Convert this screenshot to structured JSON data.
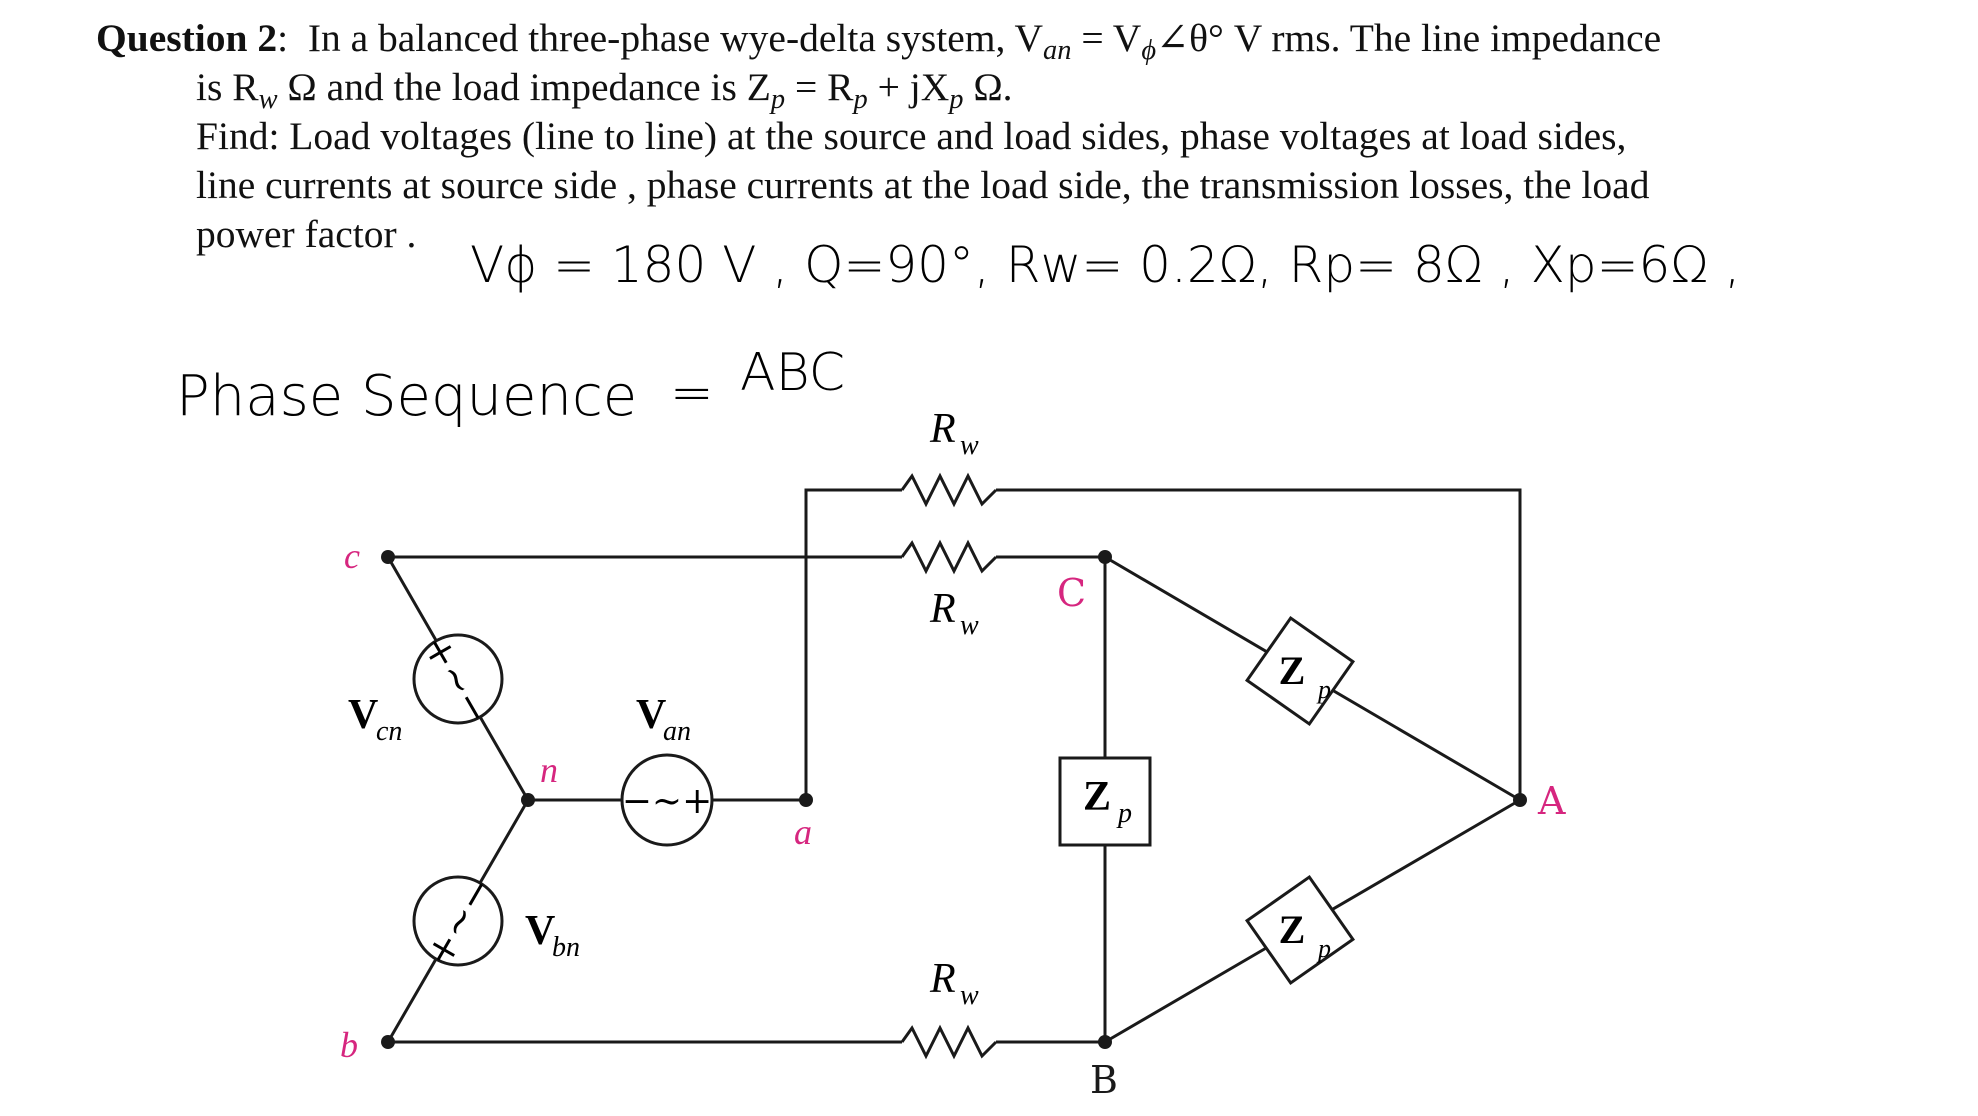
{
  "question": {
    "heading": "Question 2",
    "line1_text": "In a balanced three-phase wye-delta system, V",
    "line1_sub": "an",
    "line1_rest": " = V",
    "line1_phi": "ϕ",
    "line1_angle": "∠θ° V rms.  The line impedance",
    "line2_a": "is R",
    "line2_sub_w": "w",
    "line2_b": "  Ω and the load impedance is Z",
    "line2_sub_p": "p",
    "line2_c": " = R",
    "line2_sub_p2": "p",
    "line2_d": " + jX",
    "line2_sub_p3": "p",
    "line2_e": "  Ω.",
    "line3": "Find: Load voltages (line to line) at the source and load sides, phase voltages at load sides,",
    "line4": "line currents at source side , phase currents at the load side, the transmission losses, the load",
    "line5": "power factor ."
  },
  "handwritten": {
    "givens": "Vϕ = 180 V ,  Q=90°,  Rw= 0.2Ω,  Rp= 8Ω , Xp=6Ω ,",
    "phase_sequence_label": "Phase  Sequence",
    "equals": "=",
    "phase_sequence_value": "ABC"
  },
  "circuit": {
    "rw_label": "R",
    "rw_sub": "w",
    "zp_label": "Z",
    "zp_sub": "p",
    "v_label": "V",
    "vcn_sub": "cn",
    "van_sub": "an",
    "vbn_sub": "bn",
    "node_c": "c",
    "node_b": "b",
    "node_a": "a",
    "node_n": "n",
    "node_A": "A",
    "node_B": "B",
    "node_C": "C"
  },
  "colors": {
    "node_label_magenta": "#d6267f",
    "wire": "#1a1a1a"
  }
}
